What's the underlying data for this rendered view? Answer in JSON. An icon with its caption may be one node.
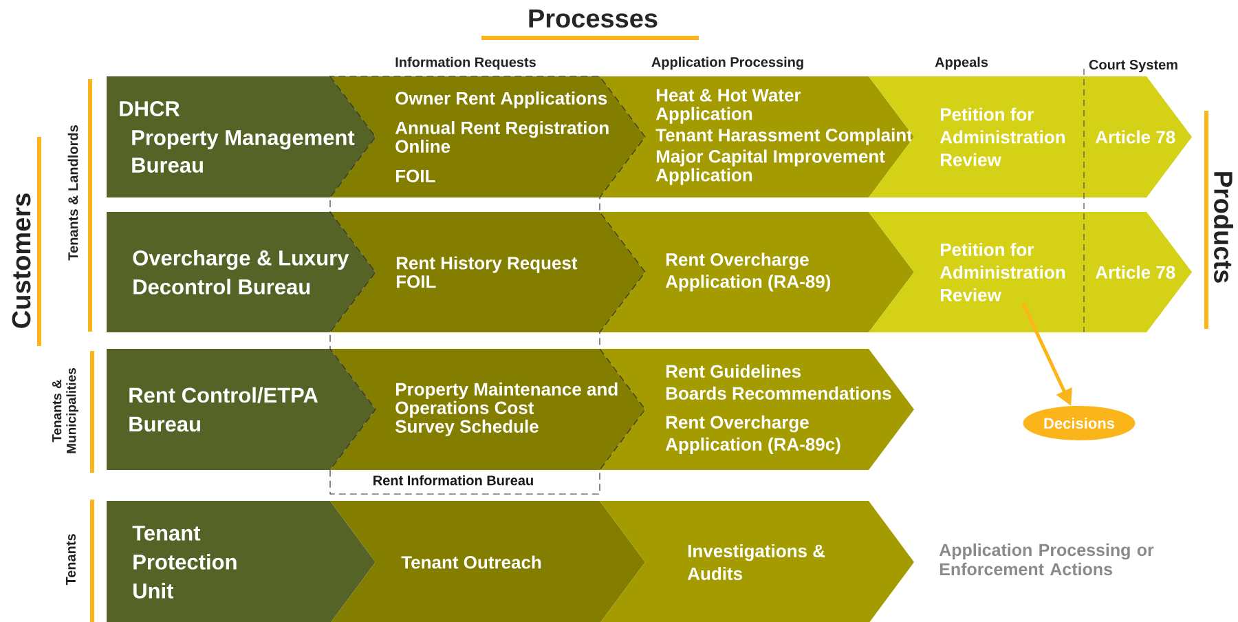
{
  "diagram": {
    "title": "Processes",
    "nodes": [
      {
        "text": [
          "DHCR",
          "Property Management Bureau"
        ]
      },
      {
        "text": [
          "Rent Information Bureau"
        ]
      },
      {
        "text": [
          "Owner Rent Applications",
          "Annual Rent Registration Online",
          "FOIL"
        ],
        "in": 1
      },
      {
        "text": [
          "Heat & Hot Water Application",
          "Tenant Harassment Complaint",
          "Major Capital Improvement Application"
        ]
      },
      {
        "text": [
          "Petition for Administration Review"
        ]
      },
      {
        "text": [
          "Article 78"
        ]
      },
      {
        "text": [
          "Overcharge & Luxury Decontrol Bureau"
        ]
      },
      {
        "text": [
          "Rent History Request",
          "FOIL"
        ],
        "in": 1
      },
      {
        "text": [
          "Rent Overcharge Application (RA-89)"
        ]
      },
      {
        "text": [
          "Petition for Administration Review"
        ]
      },
      {
        "text": [
          "Article 78"
        ]
      },
      {
        "text": [
          "Rent Control/ETPA Bureau"
        ]
      },
      {
        "text": [
          "Property Maintenance and Operations Cost Survey Schedule"
        ],
        "in": 1
      },
      {
        "text": [
          "Rent Guidelines Boards Recommendations",
          "Rent Overcharge Application (RA-89c)"
        ]
      },
      {
        "text": [
          "Decisions"
        ]
      },
      {
        "text": [
          "Tenant Protection Unit"
        ]
      },
      {
        "text": [
          "Tenant Outreach"
        ]
      },
      {
        "text": [
          "Investigations & Audits"
        ]
      }
    ],
    "edges": [
      {
        "from": 9,
        "to": 14,
        "arrow": "to",
        "color": "#fbb41a"
      }
    ],
    "labels": [
      "Information Requests",
      "Application Processing",
      "Appeals",
      "Court System",
      "Customers",
      "Tenants & Landlords",
      "Products",
      "Tenants & Municipalities",
      "Tenants",
      "Application Processing or Enforcement Actions"
    ]
  }
}
